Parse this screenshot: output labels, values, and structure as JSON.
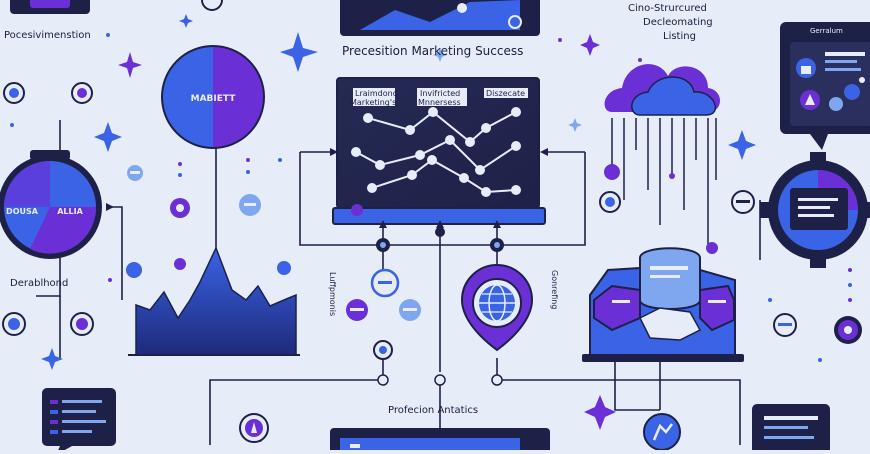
{
  "labels": {
    "top_left": "Pocesivimenstion",
    "top_center": "Precesition Marketing Success",
    "top_right_1": "Cino-Strurcured",
    "top_right_2": "Decleomating",
    "top_right_3": "Listing",
    "right_card_title": "Gerralum",
    "circle_market": "MABIETT",
    "left_donut_a": "DOUSA",
    "left_donut_b": "ALLIA",
    "left_bottom": "Derablhond",
    "mid_left_vertical": "Luffpmonis",
    "mid_right_vertical": "Gonrefing",
    "chart_col_1a": "Lraimdond",
    "chart_col_1b": "Marketing's",
    "chart_col_2a": "Invifricted",
    "chart_col_2b": "Mnnersess",
    "chart_col_3": "Diszecate",
    "bottom_center": "Profecion Antatics"
  },
  "colors": {
    "background": "#e6edf9",
    "navy": "#1e2147",
    "blue": "#3a63e6",
    "purple": "#6b2fd6",
    "light_blue": "#7fa7f0"
  }
}
